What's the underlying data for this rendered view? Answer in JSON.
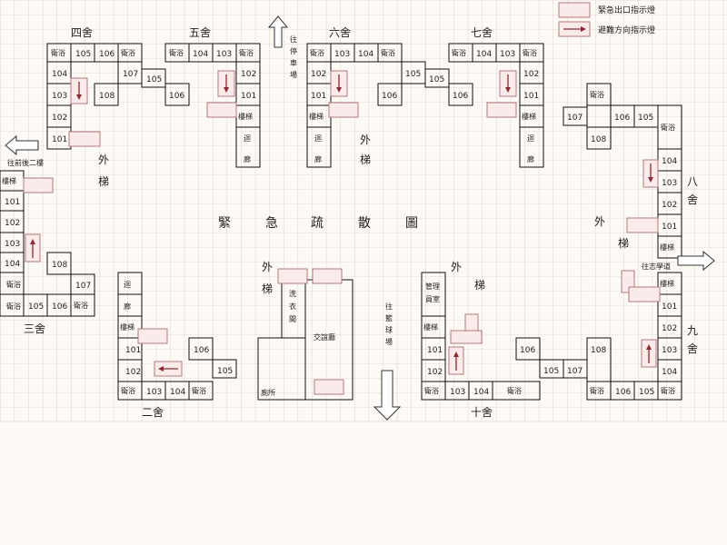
{
  "legend": {
    "exit_sign": "緊急出口指示燈",
    "direction_sign": "避難方向指示燈"
  },
  "center_title": [
    "緊",
    "急",
    "疏",
    "散",
    "圖"
  ],
  "directions": {
    "north": "往停車場",
    "west": "往前後二樓",
    "east": "往志學道",
    "south": "往籃球場"
  },
  "buildings": {
    "b2": "二舍",
    "b3": "三舍",
    "b4": "四舍",
    "b5": "五舍",
    "b6": "六舍",
    "b7": "七舍",
    "b8": "八舍",
    "b9": "九舍",
    "b10": "十舍"
  },
  "rooms": {
    "b4": {
      "top": [
        "衛浴",
        "105",
        "106",
        "衛浴"
      ],
      "left": [
        "104",
        "103",
        "102",
        "101"
      ],
      "r107": "107",
      "r108": "108"
    },
    "b5": {
      "top": [
        "衛浴",
        "104",
        "103",
        "衛浴"
      ],
      "r105": "105",
      "r106": "106",
      "right": [
        "102",
        "101",
        "樓梯",
        "迴",
        "廊"
      ]
    },
    "b6": {
      "top": [
        "衛浴",
        "103",
        "104",
        "衛浴"
      ],
      "r105": "105",
      "r106": "106",
      "left": [
        "102",
        "101",
        "樓梯",
        "迴",
        "廊"
      ]
    },
    "b7": {
      "top": [
        "衛浴",
        "104",
        "103",
        "衛浴"
      ],
      "r105": "105",
      "r106": "106",
      "right": [
        "102",
        "101",
        "樓梯",
        "迴",
        "廊"
      ]
    },
    "b8": {
      "r107": "107",
      "r106": "106",
      "r105": "105",
      "wc": "衛浴",
      "r108": "108",
      "right": [
        "104",
        "103",
        "102",
        "101",
        "樓梯"
      ]
    },
    "b3": {
      "left": [
        "樓梯",
        "101",
        "102",
        "103",
        "104"
      ],
      "r108": "108",
      "r107": "107",
      "bottom": [
        "衛浴",
        "105",
        "106",
        "衛浴"
      ]
    },
    "b2": {
      "left": [
        "迴",
        "廊",
        "樓梯",
        "101",
        "102"
      ],
      "r106": "106",
      "r105": "105",
      "bottom": [
        "衛浴",
        "103",
        "104",
        "衛浴"
      ]
    },
    "b9": {
      "right": [
        "樓梯",
        "101",
        "102",
        "103",
        "104"
      ],
      "r108": "108",
      "bottom": [
        "衛浴",
        "106",
        "105",
        "衛浴"
      ]
    },
    "b10": {
      "mgmt": "管理員室",
      "left": [
        "樓梯",
        "101",
        "102"
      ],
      "r106": "106",
      "r105": "105",
      "r107": "107",
      "bottom": [
        "衛浴",
        "103",
        "104",
        "衛浴"
      ]
    }
  },
  "facilities": {
    "laundry": "洗衣間",
    "lounge": "交誼廳",
    "toilet": "廁所"
  },
  "stairs_labels": {
    "outer": [
      "外",
      "梯"
    ]
  }
}
